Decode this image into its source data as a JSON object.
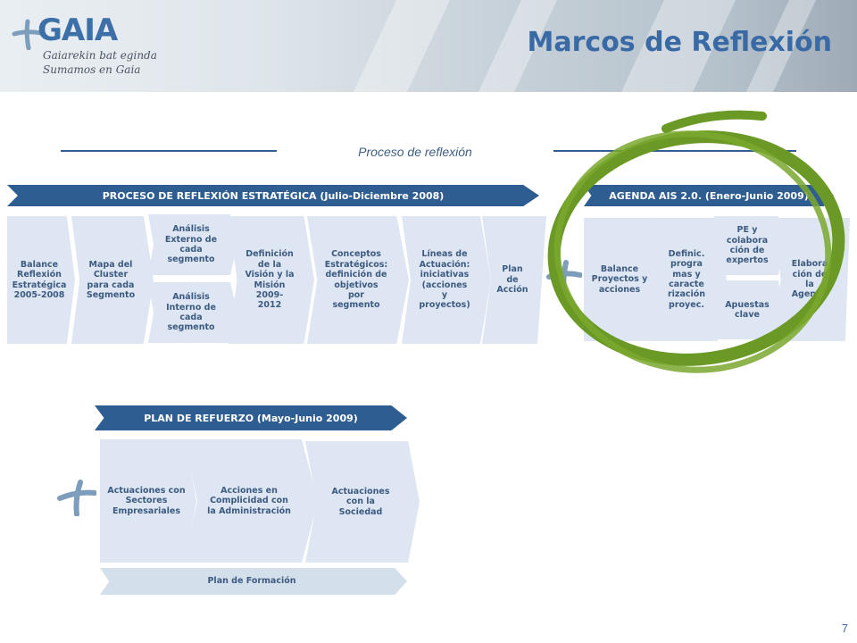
{
  "logo": {
    "name": "GAIA",
    "tagline_1": "Gaiarekin bat eginda",
    "tagline_2": "Sumamos en Gaia"
  },
  "title": "Marcos de Reflexión",
  "section_title": "Proceso de reflexión",
  "process": {
    "banner": "PROCESO DE REFLEXIÓN ESTRATÉGICA (Julio-Diciembre 2008)",
    "steps": {
      "balance": "Balance\nReflexión\nEstratégica\n2005-2008",
      "mapa": "Mapa del\nCluster\npara cada\nSegmento",
      "analisis_externo": "Análisis\nExterno de\ncada\nsegmento",
      "analisis_interno": "Análisis\nInterno de\ncada\nsegmento",
      "definicion": "Definición\nde la\nVisión y la\nMisión\n2009-\n2012",
      "conceptos": "Conceptos\nEstratégicos:\ndefinición de\nobjetivos\npor\nsegmento",
      "lineas": "Líneas de\nActuación:\niniciativas\n(acciones\ny\nproyectos)",
      "plan": "Plan\nde\nAcción"
    }
  },
  "agenda": {
    "banner": "AGENDA AIS 2.0. (Enero-Junio 2009)",
    "steps": {
      "balance": "Balance\nProyectos y\nacciones",
      "definic": "Definic.\nprogra\nmas y\ncaracte\nrización\nproyec.",
      "pe": "PE y\ncolabora\nción de\nexpertos",
      "apuestas": "Apuestas\nclave",
      "elabora": "Elabora\nción  de\nla\nAgenda"
    }
  },
  "refuerzo": {
    "banner": "PLAN DE REFUERZO (Mayo-Junio 2009)",
    "steps": {
      "sectores": "Actuaciones con\nSectores\nEmpresariales",
      "administracion": "Acciones en\nComplicidad con\nla Administración",
      "sociedad": "Actuaciones\ncon la\nSociedad"
    },
    "formacion": "Plan de Formación"
  },
  "page_number": "7",
  "colors": {
    "primary_blue": "#2e5d91",
    "step_fill": "#dde6f2",
    "highlight_green": "#6a9a25",
    "plus_blue": "#7d9dbd"
  }
}
